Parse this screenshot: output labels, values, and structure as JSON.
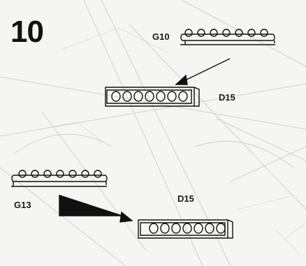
{
  "step": "10",
  "labels": {
    "g10": "G10",
    "d15_top": "D15",
    "g13": "G13",
    "d15_bottom": "D15"
  }
}
